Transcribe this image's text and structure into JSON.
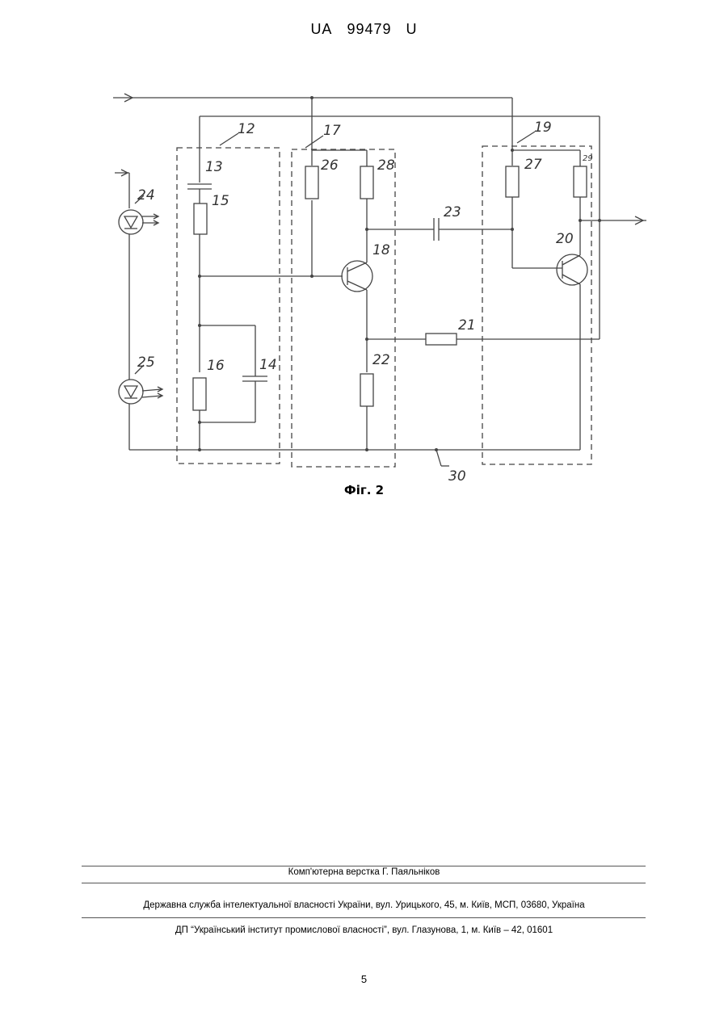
{
  "header": {
    "country": "UA",
    "number": "99479",
    "kind": "U"
  },
  "figure": {
    "caption": "Фіг. 2",
    "labels": {
      "l12": "12",
      "l13": "13",
      "l14": "14",
      "l15": "15",
      "l16": "16",
      "l17": "17",
      "l18": "18",
      "l19": "19",
      "l20": "20",
      "l21": "21",
      "l22": "22",
      "l23": "23",
      "l24": "24",
      "l25": "25",
      "l26": "26",
      "l27": "27",
      "l28": "28",
      "l29": "29",
      "l30": "30"
    }
  },
  "footer": {
    "layout": "Комп'ютерна верстка Г. Паяльніков",
    "agency": "Державна служба інтелектуальної власності України, вул. Урицького, 45, м. Київ, МСП, 03680, Україна",
    "institute": "ДП “Український інститут промислової власності”, вул. Глазунова, 1, м. Київ – 42, 01601"
  },
  "page_number": "5"
}
